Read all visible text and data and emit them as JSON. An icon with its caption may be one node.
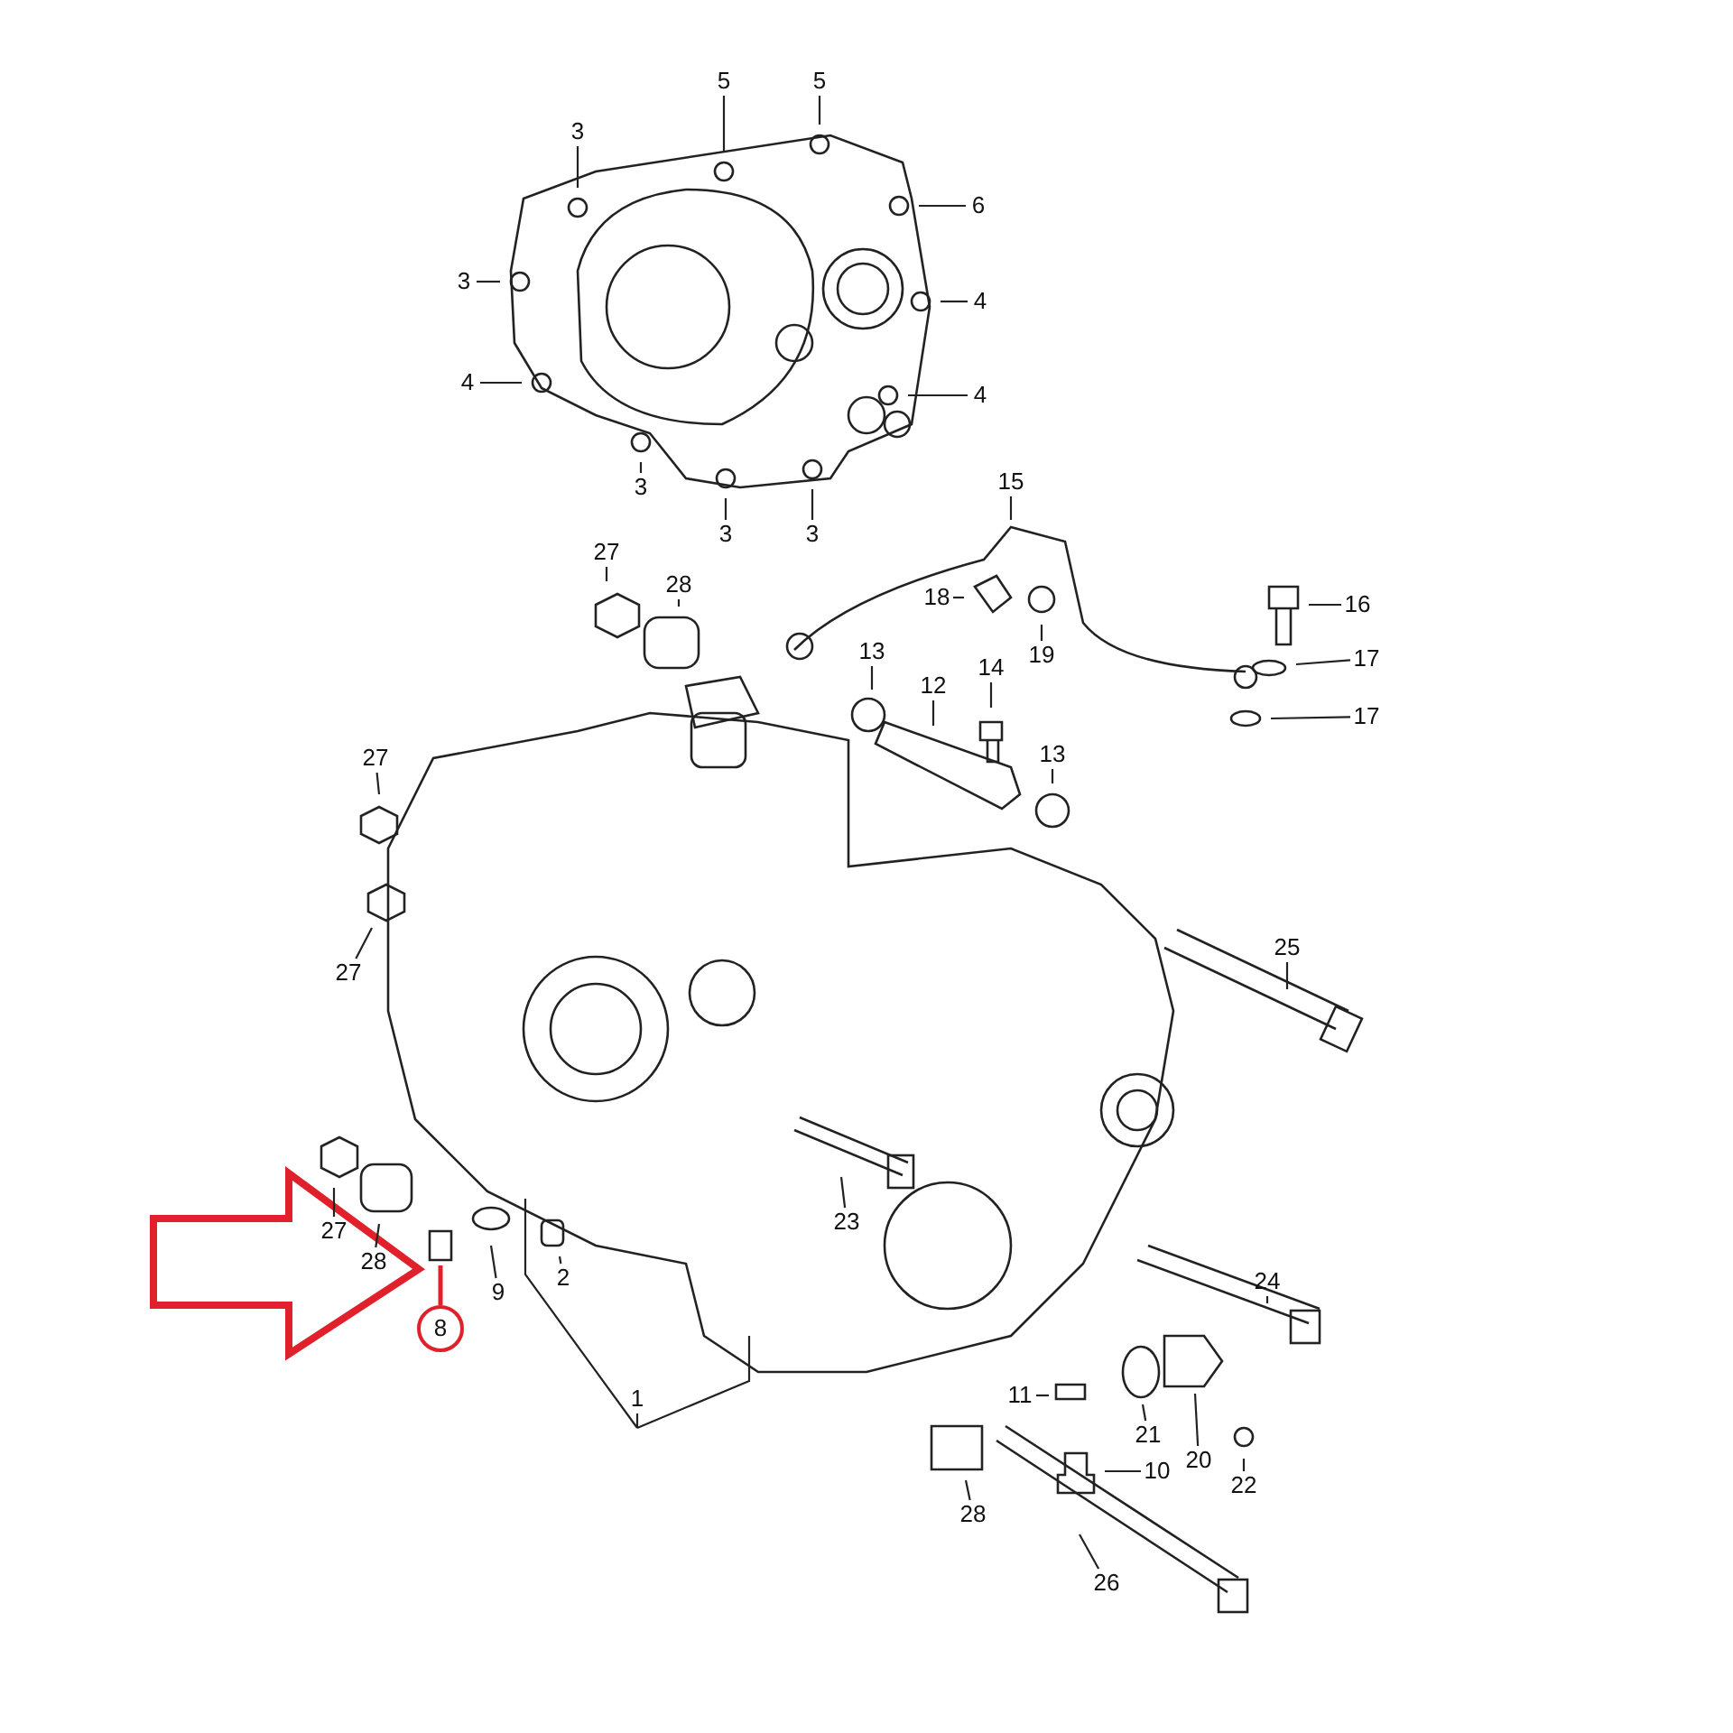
{
  "diagram": {
    "nodes": [
      {
        "text": [
          "5"
        ]
      },
      {
        "text": [
          "5"
        ]
      },
      {
        "text": [
          "3"
        ]
      },
      {
        "text": [
          "6"
        ]
      },
      {
        "text": [
          "3"
        ]
      },
      {
        "text": [
          "4"
        ]
      },
      {
        "text": [
          "4"
        ]
      },
      {
        "text": [
          "4"
        ]
      },
      {
        "text": [
          "3"
        ]
      },
      {
        "text": [
          "3"
        ]
      },
      {
        "text": [
          "3"
        ]
      },
      {
        "text": [
          "15"
        ]
      },
      {
        "text": [
          "27"
        ]
      },
      {
        "text": [
          "28"
        ]
      },
      {
        "text": [
          "18"
        ]
      },
      {
        "text": [
          "16"
        ]
      },
      {
        "text": [
          "19"
        ]
      },
      {
        "text": [
          "13"
        ]
      },
      {
        "text": [
          "12"
        ]
      },
      {
        "text": [
          "14"
        ]
      },
      {
        "text": [
          "17"
        ]
      },
      {
        "text": [
          "17"
        ]
      },
      {
        "text": [
          "13"
        ]
      },
      {
        "text": [
          "27"
        ]
      },
      {
        "text": [
          "27"
        ]
      },
      {
        "text": [
          "25"
        ]
      },
      {
        "text": [
          "23"
        ]
      },
      {
        "text": [
          "27"
        ]
      },
      {
        "text": [
          "28"
        ]
      },
      {
        "text": [
          "9"
        ]
      },
      {
        "text": [
          "8"
        ]
      },
      {
        "text": [
          "2"
        ]
      },
      {
        "text": [
          "24"
        ]
      },
      {
        "text": [
          "1"
        ]
      },
      {
        "text": [
          "11"
        ]
      },
      {
        "text": [
          "21"
        ]
      },
      {
        "text": [
          "20"
        ]
      },
      {
        "text": [
          "10"
        ]
      },
      {
        "text": [
          "22"
        ]
      },
      {
        "text": [
          "28"
        ]
      },
      {
        "text": [
          "26"
        ]
      }
    ],
    "edges": [
      {
        "from": 0,
        "to": null,
        "arrow": "none"
      },
      {
        "from": 1,
        "to": null,
        "arrow": "none"
      },
      {
        "from": 2,
        "to": null,
        "arrow": "none"
      },
      {
        "from": 3,
        "to": null,
        "arrow": "none"
      },
      {
        "from": 4,
        "to": null,
        "arrow": "none"
      },
      {
        "from": 5,
        "to": null,
        "arrow": "none"
      },
      {
        "from": 6,
        "to": null,
        "arrow": "none"
      },
      {
        "from": 7,
        "to": null,
        "arrow": "none"
      },
      {
        "from": 8,
        "to": null,
        "arrow": "none"
      },
      {
        "from": 9,
        "to": null,
        "arrow": "none"
      },
      {
        "from": 10,
        "to": null,
        "arrow": "none"
      },
      {
        "from": 11,
        "to": null,
        "arrow": "none"
      },
      {
        "from": 12,
        "to": null,
        "arrow": "none"
      },
      {
        "from": 13,
        "to": null,
        "arrow": "none"
      },
      {
        "from": 14,
        "to": null,
        "arrow": "none"
      },
      {
        "from": 15,
        "to": null,
        "arrow": "none"
      },
      {
        "from": 16,
        "to": null,
        "arrow": "none"
      },
      {
        "from": 17,
        "to": null,
        "arrow": "none"
      },
      {
        "from": 18,
        "to": null,
        "arrow": "none"
      },
      {
        "from": 19,
        "to": null,
        "arrow": "none"
      },
      {
        "from": 20,
        "to": null,
        "arrow": "none"
      },
      {
        "from": 21,
        "to": null,
        "arrow": "none"
      },
      {
        "from": 22,
        "to": null,
        "arrow": "none"
      },
      {
        "from": 23,
        "to": null,
        "arrow": "none"
      },
      {
        "from": 24,
        "to": null,
        "arrow": "none"
      },
      {
        "from": 25,
        "to": null,
        "arrow": "none"
      },
      {
        "from": 26,
        "to": null,
        "arrow": "none"
      },
      {
        "from": 27,
        "to": null,
        "arrow": "none"
      },
      {
        "from": 28,
        "to": null,
        "arrow": "none"
      },
      {
        "from": 29,
        "to": null,
        "arrow": "none"
      },
      {
        "from": 30,
        "to": null,
        "arrow": "none",
        "color": "#e0202a"
      },
      {
        "from": 31,
        "to": null,
        "arrow": "none"
      },
      {
        "from": 32,
        "to": null,
        "arrow": "none"
      },
      {
        "from": 33,
        "to": null,
        "arrow": "none"
      },
      {
        "from": 34,
        "to": null,
        "arrow": "none"
      },
      {
        "from": 35,
        "to": null,
        "arrow": "none"
      },
      {
        "from": 36,
        "to": null,
        "arrow": "none"
      },
      {
        "from": 37,
        "to": null,
        "arrow": "none"
      },
      {
        "from": 38,
        "to": null,
        "arrow": "none"
      },
      {
        "from": 39,
        "to": null,
        "arrow": "none"
      },
      {
        "from": 40,
        "to": null,
        "arrow": "none"
      }
    ]
  }
}
